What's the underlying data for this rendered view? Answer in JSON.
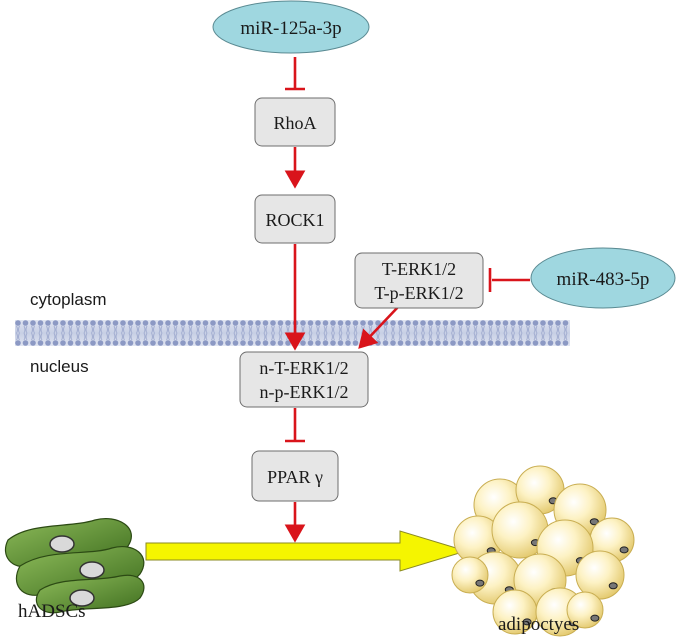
{
  "nodes": {
    "mir125": "miR-125a-3p",
    "rhoa": "RhoA",
    "rock1": "ROCK1",
    "terk_line1": "T-ERK1/2",
    "terk_line2": "T-p-ERK1/2",
    "mir483": "miR-483-5p",
    "nterk_line1": "n-T-ERK1/2",
    "nterk_line2": "n-p-ERK1/2",
    "ppar": "PPAR γ"
  },
  "compartments": {
    "cytoplasm": "cytoplasm",
    "nucleus": "nucleus"
  },
  "cells": {
    "source": "hADSCs",
    "target": "adipoctyes"
  },
  "edges": [
    {
      "from": "miR-125a-3p",
      "to": "RhoA",
      "type": "inhibition"
    },
    {
      "from": "RhoA",
      "to": "ROCK1",
      "type": "activation"
    },
    {
      "from": "ROCK1",
      "to": "n-T-ERK1/2",
      "type": "activation"
    },
    {
      "from": "miR-483-5p",
      "to": "T-ERK1/2",
      "type": "inhibition"
    },
    {
      "from": "T-ERK1/2",
      "to": "n-T-ERK1/2",
      "type": "activation"
    },
    {
      "from": "n-T-ERK1/2",
      "to": "PPAR γ",
      "type": "inhibition"
    },
    {
      "from": "PPAR γ",
      "to": "differentiation",
      "type": "activation"
    },
    {
      "from": "hADSCs",
      "to": "adipoctyes",
      "type": "differentiation"
    }
  ],
  "colors": {
    "edge": "#d9141b",
    "node_fill": "#e6e6e6",
    "mirna_fill": "#9fd7e0",
    "big_arrow": "#f5f500",
    "fat_cell": "#fbe9a6",
    "stem_cell": "#5b8a34"
  }
}
